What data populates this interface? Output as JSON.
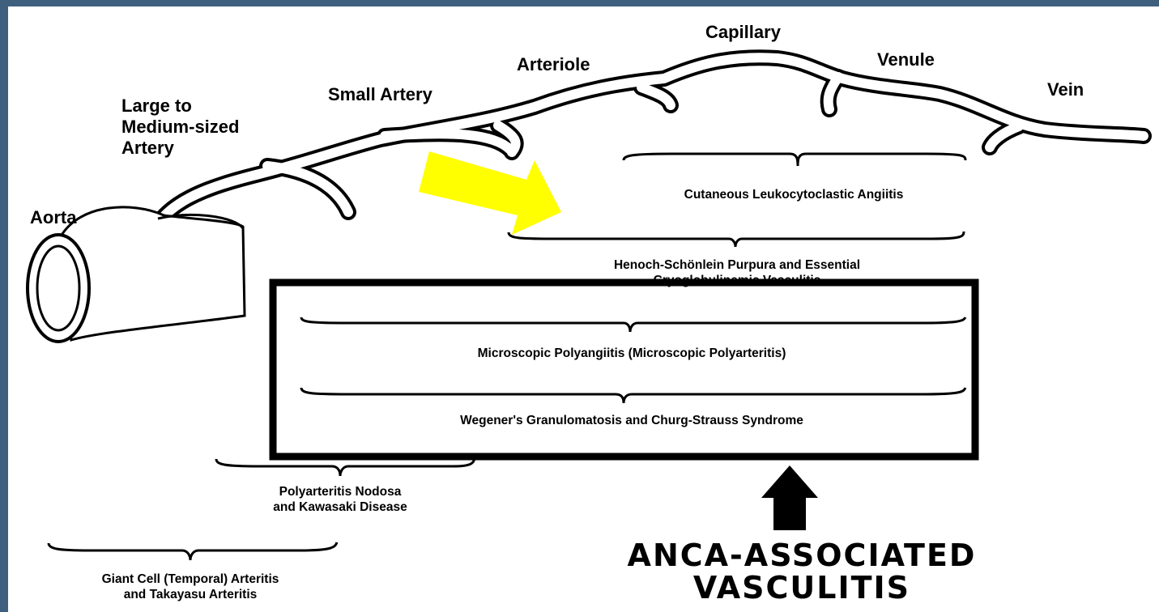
{
  "vessels": {
    "aorta": "Aorta",
    "large_artery": "Large to\nMedium-sized\nArtery",
    "small_artery": "Small Artery",
    "arteriole": "Arteriole",
    "capillary": "Capillary",
    "venule": "Venule",
    "vein": "Vein"
  },
  "diseases": {
    "cutaneous": "Cutaneous Leukocytoclastic Angiitis",
    "henoch": "Henoch-Schönlein Purpura and Essential\nCryoglobulinemic Vasculitis",
    "microscopic": "Microscopic Polyangiitis (Microscopic Polyarteritis)",
    "wegener": "Wegener's Granulomatosis and Churg-Strauss Syndrome",
    "polyarteritis": "Polyarteritis Nodosa\nand Kawasaki Disease",
    "giant_cell": "Giant Cell (Temporal) Arteritis\nand Takayasu Arteritis"
  },
  "callout": {
    "text": "ANCA-ASSOCIATED\nVASCULITIS"
  },
  "colors": {
    "background": "#3f5f7f",
    "highlight_arrow": "#ffff00",
    "ink": "#000000"
  }
}
